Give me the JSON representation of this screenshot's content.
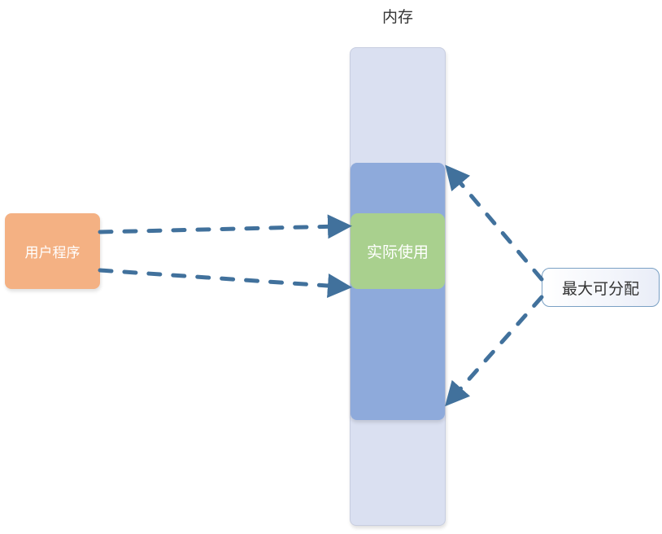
{
  "diagram": {
    "title": "内存",
    "nodes": {
      "user_program": "用户程序",
      "actual_used": "实际使用",
      "max_allocatable": "最大可分配"
    },
    "colors": {
      "memory_bg": "#dae0f1",
      "max_region": "#8eaadb",
      "used_region": "#a9d08e",
      "user_program": "#f4b183",
      "arrow": "#41719c"
    },
    "edges": [
      {
        "from": "用户程序",
        "to": "实际使用",
        "style": "dashed",
        "label": ""
      },
      {
        "from": "用户程序",
        "to": "实际使用",
        "style": "dashed",
        "label": ""
      },
      {
        "from": "最大可分配",
        "to": "max-region-top",
        "style": "dashed",
        "label": ""
      },
      {
        "from": "最大可分配",
        "to": "max-region-bottom",
        "style": "dashed",
        "label": ""
      }
    ]
  }
}
